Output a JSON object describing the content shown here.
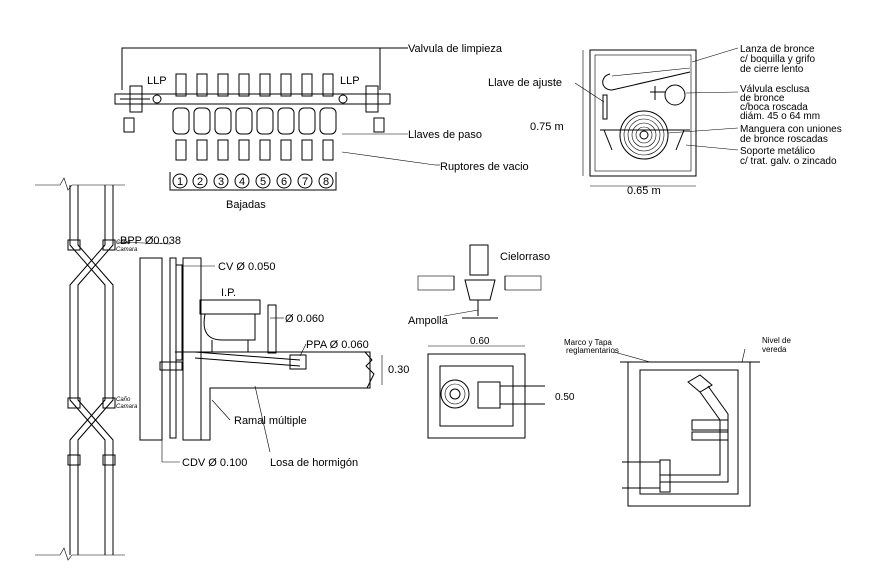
{
  "manifold": {
    "valve_cleaning": "Valvula de limpieza",
    "llp_left": "LLP",
    "llp_right": "LLP",
    "shutoff_valves": "Llaves de paso",
    "vacuum_breakers": "Ruptores de vacio",
    "downpipes": "Bajadas",
    "numbers": [
      "1",
      "2",
      "3",
      "4",
      "5",
      "6",
      "7",
      "8"
    ]
  },
  "hose_cabinet": {
    "nozzle_1": "Lanza de bronce",
    "nozzle_2": "c/ boquilla y grifo",
    "nozzle_3": "de cierre lento",
    "adjust_key": "Llave de ajuste",
    "gate_1": "Válvula esclusa",
    "gate_2": "de bronce",
    "gate_3": "c/boca roscada",
    "gate_4": "diám. 45 o 64 mm",
    "hose_1": "Manguera con uniones",
    "hose_2": "de bronce roscadas",
    "support_1": "Soporte metálico",
    "support_2": "c/ trat. galv. o zincado",
    "height": "0.75 m",
    "width": "0.65 m"
  },
  "riser": {
    "sleeve_top_1": "Caño",
    "sleeve_top_2": "Camara",
    "sleeve_bot_1": "Caño",
    "sleeve_bot_2": "Camara"
  },
  "toilet_section": {
    "bpp": "BPP Ø0.038",
    "cv": "CV Ø 0.050",
    "ip": "I.P.",
    "d060": "Ø 0.060",
    "ppa": "PPA Ø 0.060",
    "thickness": "0.30",
    "branch": "Ramal múltiple",
    "cdv": "CDV Ø 0.100",
    "slab": "Losa de hormigón"
  },
  "sprinkler": {
    "ceiling": "Cielorraso",
    "bulb": "Ampolla"
  },
  "valve_box": {
    "width": "0.60",
    "height": "0.50"
  },
  "pit": {
    "frame_1": "Marco y Tapa",
    "frame_2": "reglamentarios",
    "level_1": "Nivel de",
    "level_2": "vereda"
  }
}
